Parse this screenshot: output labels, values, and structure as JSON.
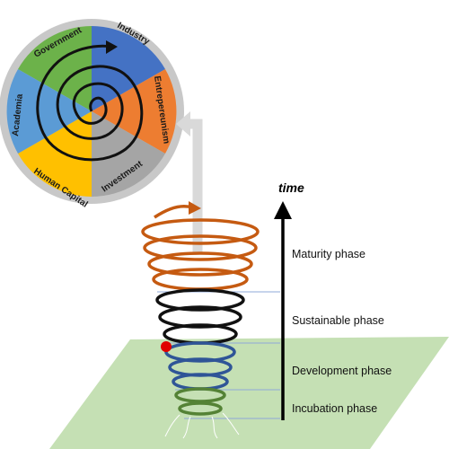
{
  "wheel": {
    "segments": [
      {
        "label": "Government",
        "color": "#6cb24a"
      },
      {
        "label": "Industry",
        "color": "#4472c4"
      },
      {
        "label": "Entrepereunism",
        "color": "#ed7d31"
      },
      {
        "label": "Investment",
        "color": "#a5a5a5"
      },
      {
        "label": "Human Capital",
        "color": "#ffc000"
      },
      {
        "label": "Academia",
        "color": "#5b9bd5"
      }
    ]
  },
  "time_axis": {
    "label": "time"
  },
  "phases": [
    {
      "label": "Maturity phase",
      "color": "#c55a11"
    },
    {
      "label": "Sustainable phase",
      "color": "#000000"
    },
    {
      "label": "Development phase",
      "color": "#2f5597"
    },
    {
      "label": "Incubation phase",
      "color": "#548235"
    }
  ],
  "colors": {
    "ground_plane": "#c5e0b4",
    "feedback_arrow": "#d9d9d9",
    "marker_dot": "#e00000",
    "wheel_rim": "#c8c8c8",
    "guide_lines": "#8fa9d8"
  }
}
